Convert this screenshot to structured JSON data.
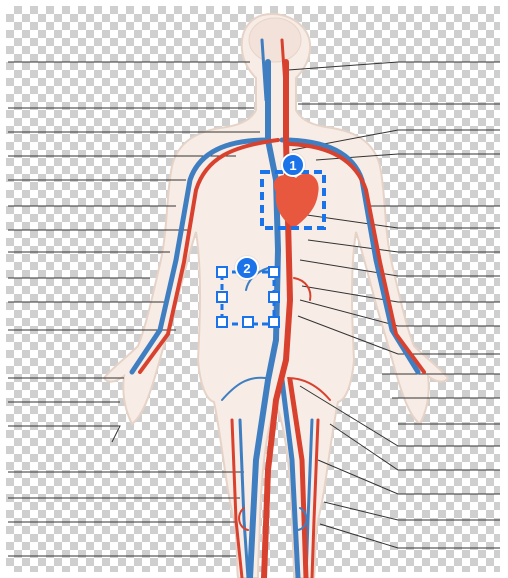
{
  "canvas": {
    "background": "transparent-checkerboard",
    "checker_color": "#cfcfcf"
  },
  "illustration": {
    "subject": "human-circulatory-system",
    "skin_color": "#f7ece6",
    "outline_color": "#e6d3c8",
    "artery_color": "#d9412f",
    "vein_color": "#3f7fc1",
    "heart_color": "#e8583f",
    "leader_line_color": "#333333"
  },
  "markers": [
    {
      "label": "1",
      "color": "#1a73e8"
    },
    {
      "label": "2",
      "color": "#1a73e8"
    }
  ],
  "selection_box": {
    "color": "#1a73e8"
  }
}
